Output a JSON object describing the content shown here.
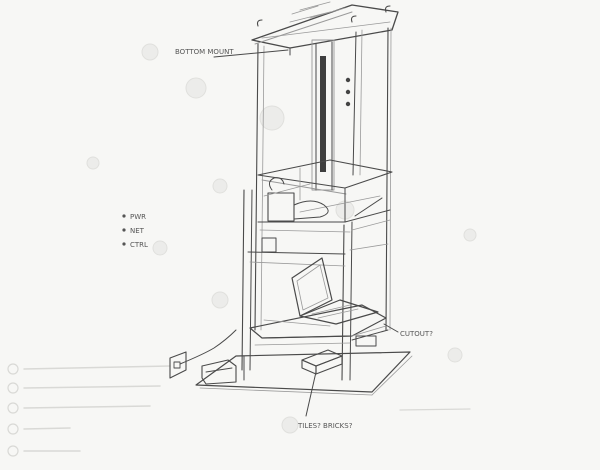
{
  "colors": {
    "paper": "#f7f7f5",
    "pencil": "#4a4a4a",
    "faint_pencil": "#9a9a9a",
    "ghost_marks": "#d9d9d6",
    "stain": "#ececea"
  },
  "annotations": {
    "bottom_mount": "BOTTOM MOUNT",
    "cutout": "CUTOUT?",
    "tiles_bricks": "TILES? BRICKS?"
  },
  "status_list": [
    {
      "label": "PWR",
      "icon": "bullet"
    },
    {
      "label": "NET",
      "icon": "bullet"
    },
    {
      "label": "CTRL",
      "icon": "bullet"
    }
  ]
}
